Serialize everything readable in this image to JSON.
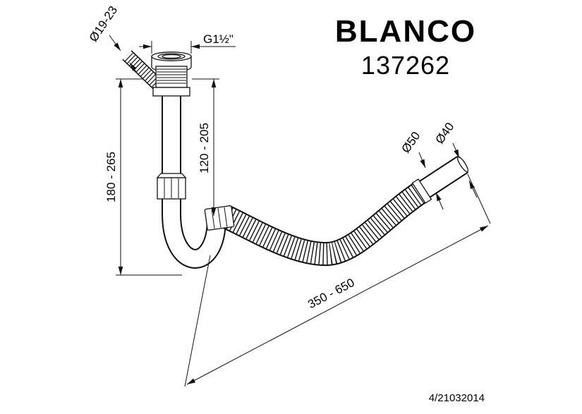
{
  "header": {
    "brand_logo": "BLANCO",
    "product_code": "137262"
  },
  "drawing": {
    "dim_barb_diameter": "Ø19-23",
    "dim_thread": "G1½\"",
    "dim_trap_height": "120 - 205",
    "dim_total_height": "180 - 265",
    "dim_hose_diameter": "Ø50",
    "dim_outlet_diameter": "Ø40",
    "dim_hose_length": "350 - 650"
  },
  "footer": {
    "revision": "4/21032014"
  }
}
